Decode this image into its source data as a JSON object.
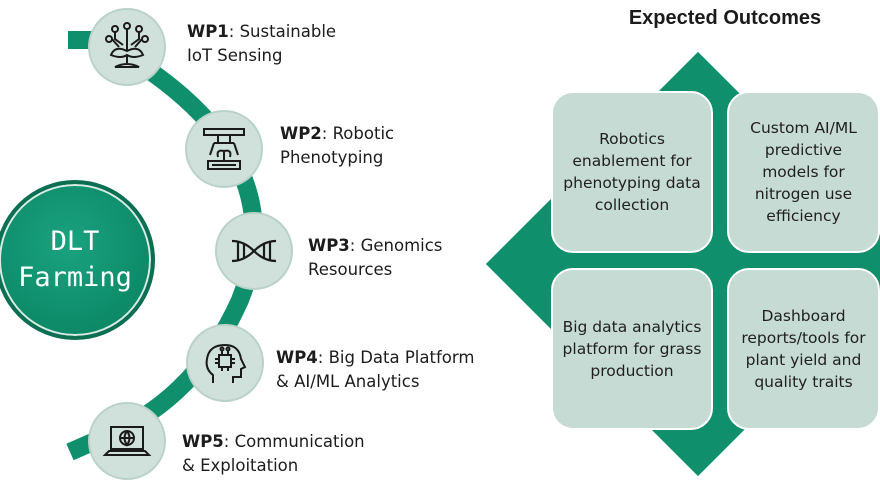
{
  "hub": {
    "line1": "DLT",
    "line2": "Farming"
  },
  "work_packages": [
    {
      "code": "WP1",
      "title_line1": ": Sustainable",
      "title_line2": "IoT Sensing",
      "icon": "sprout-circuit-icon"
    },
    {
      "code": "WP2",
      "title_line1": ": Robotic",
      "title_line2": "Phenotyping",
      "icon": "robot-gripper-icon"
    },
    {
      "code": "WP3",
      "title_line1": ": Genomics",
      "title_line2": "Resources",
      "icon": "dna-icon"
    },
    {
      "code": "WP4",
      "title_line1": ": Big Data Platform",
      "title_line2": "& AI/ML Analytics",
      "icon": "ai-head-icon"
    },
    {
      "code": "WP5",
      "title_line1": ": Communication",
      "title_line2": "& Exploitation",
      "icon": "laptop-globe-icon"
    }
  ],
  "outcomes": {
    "title": "Expected Outcomes",
    "items": [
      "Robotics enablement for phenotyping data collection",
      "Custom AI/ML predictive models for nitrogen use efficiency",
      "Big data analytics platform for grass production",
      "Dashboard reports/tools for plant yield and quality traits"
    ]
  },
  "colors": {
    "primary_green": "#0f8f6c",
    "icon_bg": "#cfe1da",
    "box_bg": "#c6dbd3"
  }
}
